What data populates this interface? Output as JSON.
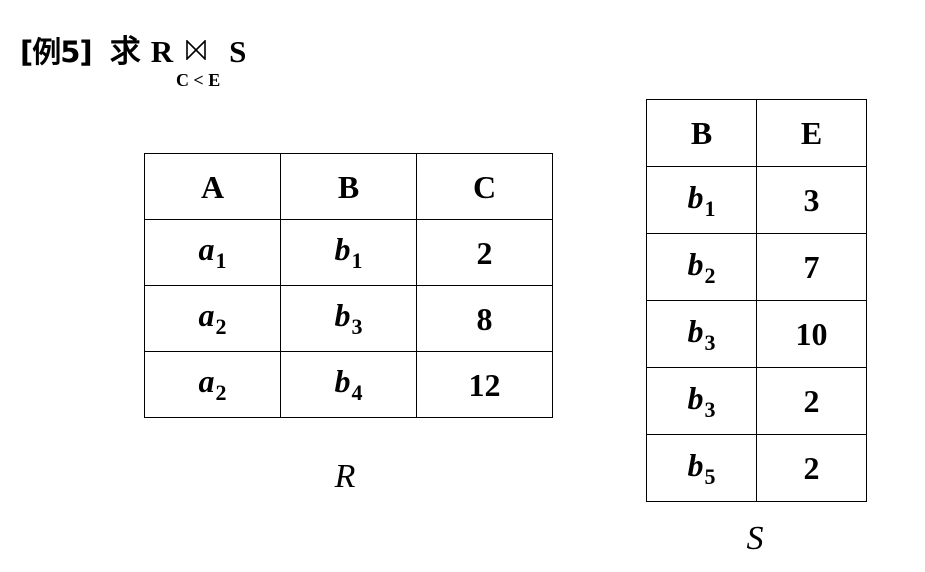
{
  "title": {
    "label": "[例5]",
    "verb": "求",
    "left_relation": "R",
    "join_symbol": "join-icon",
    "join_condition": "C < E",
    "right_relation": "S"
  },
  "relation_r": {
    "caption": "R",
    "columns": [
      "A",
      "B",
      "C"
    ],
    "rows": [
      [
        {
          "base": "a",
          "sub": "1"
        },
        {
          "base": "b",
          "sub": "1"
        },
        "2"
      ],
      [
        {
          "base": "a",
          "sub": "2"
        },
        {
          "base": "b",
          "sub": "3"
        },
        "8"
      ],
      [
        {
          "base": "a",
          "sub": "2"
        },
        {
          "base": "b",
          "sub": "4"
        },
        "12"
      ]
    ]
  },
  "relation_s": {
    "caption": "S",
    "columns": [
      "B",
      "E"
    ],
    "rows": [
      [
        {
          "base": "b",
          "sub": "1"
        },
        "3"
      ],
      [
        {
          "base": "b",
          "sub": "2"
        },
        "7"
      ],
      [
        {
          "base": "b",
          "sub": "3"
        },
        "10"
      ],
      [
        {
          "base": "b",
          "sub": "3"
        },
        "2"
      ],
      [
        {
          "base": "b",
          "sub": "5"
        },
        "2"
      ]
    ]
  }
}
